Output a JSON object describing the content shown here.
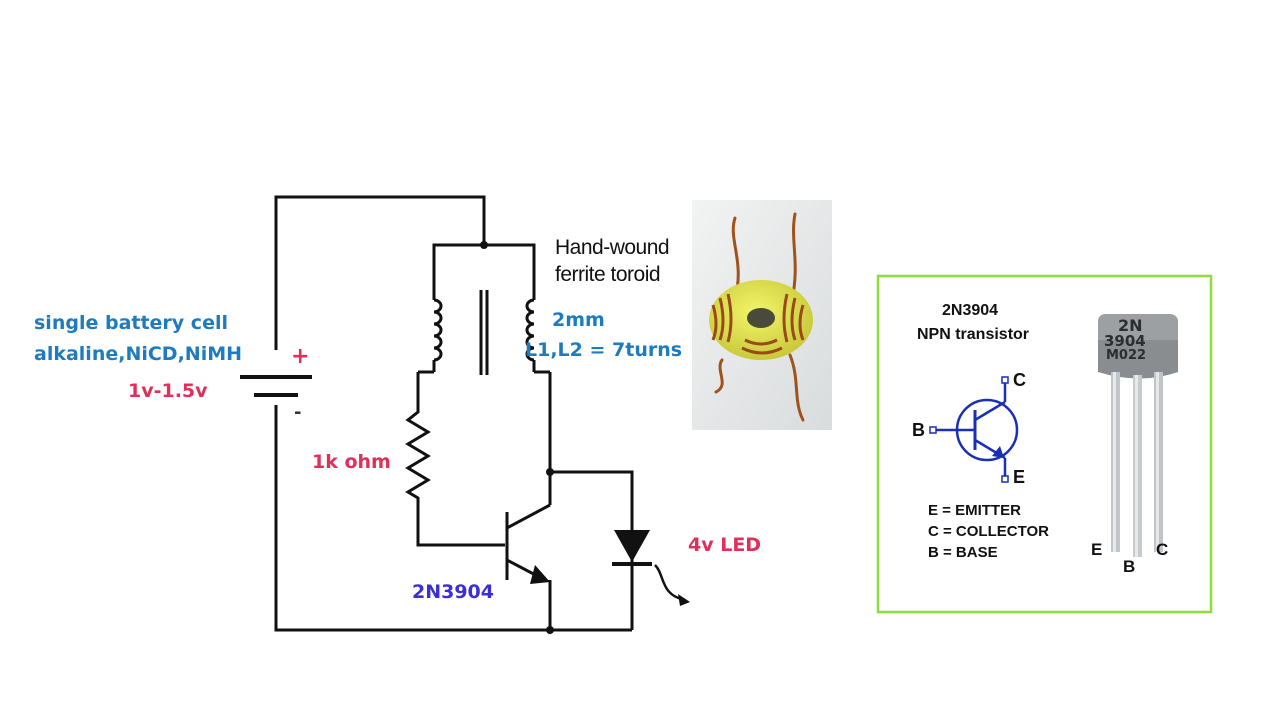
{
  "battery": {
    "line1": "single battery cell",
    "line2": "alkaline,NiCD,NiMH",
    "voltage": "1v-1.5v",
    "plus": "+",
    "minus": "-"
  },
  "toroid": {
    "line1": "Hand-wound",
    "line2": "ferrite toroid",
    "wire": "2mm",
    "turns": "L1,L2 = 7turns"
  },
  "resistor": {
    "label": "1k ohm"
  },
  "transistor": {
    "label": "2N3904"
  },
  "led": {
    "label": "4v LED"
  },
  "pinout": {
    "title1": "2N3904",
    "title2": "NPN transistor",
    "pin_c": "C",
    "pin_b": "B",
    "pin_e": "E",
    "legend_e": "E = EMITTER",
    "legend_c": "C = COLLECTOR",
    "legend_b": "B = BASE",
    "body_text1": "2N",
    "body_text2": "3904",
    "body_text3": "M022",
    "leg_e": "E",
    "leg_b": "B",
    "leg_c": "C"
  },
  "colors": {
    "blue_text": "#1f7bbf",
    "red_text": "#e0305a",
    "purple_text": "#3a2fd6",
    "frame_green": "#8fdc3c",
    "schematic_blue": "#1a2fb5"
  }
}
